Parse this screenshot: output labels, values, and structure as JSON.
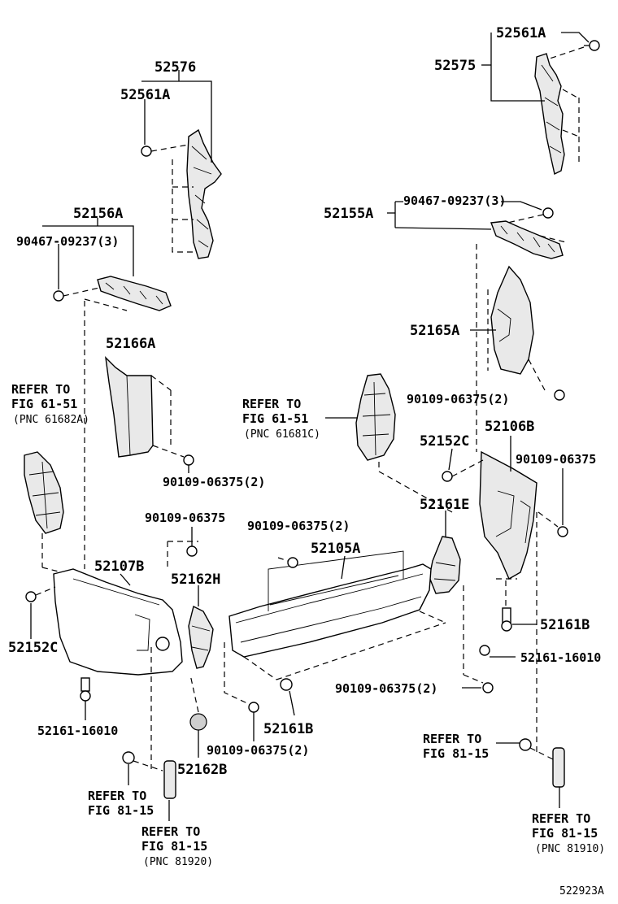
{
  "labels": {
    "l52561a_top": "52561A",
    "l52575": "52575",
    "l52576": "52576",
    "l52561a_left": "52561A",
    "l52156a": "52156A",
    "l90467_left": "90467-09237(3)",
    "l52155a": "52155A",
    "l90467_right": "90467-09237(3)",
    "l52166a": "52166A",
    "l52165a": "52165A",
    "l90109_rt1": "90109-06375(2)",
    "l52106b": "52106B",
    "l52152c_right": "52152C",
    "l90109_rt2": "90109-06375",
    "l90109_lt": "90109-06375(2)",
    "l52161e": "52161E",
    "l90109_mid1": "90109-06375",
    "l90109_mid2": "90109-06375(2)",
    "l52105a": "52105A",
    "l52107b": "52107B",
    "l52162h": "52162H",
    "l52152c_left": "52152C",
    "l52161b_right": "52161B",
    "l52161_16010_right": "52161-16010",
    "l90109_bot_r": "90109-06375(2)",
    "l52161_16010_left": "52161-16010",
    "l52161b_bot": "52161B",
    "l90109_bot_l": "90109-06375(2)",
    "l52162b": "52162B",
    "diagram_id": "522923A"
  },
  "refs": {
    "ref_left_upper": [
      "REFER TO",
      "FIG 61-51",
      "(PNC 61682A)"
    ],
    "ref_center_upper": [
      "REFER TO",
      "FIG 61-51",
      "(PNC 61681C)"
    ],
    "ref_bottom_left_1": [
      "REFER TO",
      "FIG 81-15"
    ],
    "ref_bottom_left_2": [
      "REFER TO",
      "FIG 81-15",
      "(PNC 81920)"
    ],
    "ref_bottom_right_1": [
      "REFER TO",
      "FIG 81-15"
    ],
    "ref_bottom_right_2": [
      "REFER TO",
      "FIG 81-15",
      "(PNC 81910)"
    ]
  }
}
